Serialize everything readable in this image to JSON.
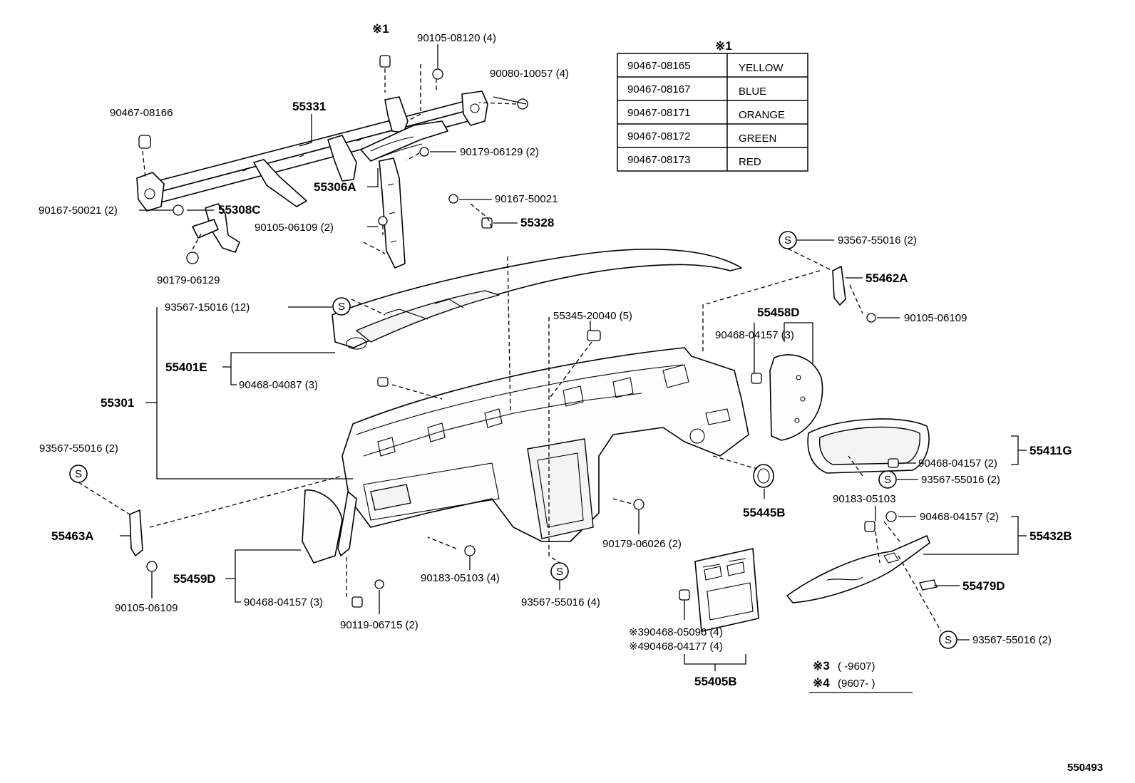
{
  "diagram_id": "550493",
  "legend_table": {
    "marker": "※1",
    "rows": [
      {
        "part": "90467-08165",
        "color": "YELLOW"
      },
      {
        "part": "90467-08167",
        "color": "BLUE"
      },
      {
        "part": "90467-08171",
        "color": "ORANGE"
      },
      {
        "part": "90467-08172",
        "color": "GREEN"
      },
      {
        "part": "90467-08173",
        "color": "RED"
      }
    ]
  },
  "notes": [
    {
      "marker": "※3",
      "range": "(        -9607)"
    },
    {
      "marker": "※4",
      "range": "(9607-        )"
    }
  ],
  "labels": {
    "mark1_top": "※1",
    "p_90105_08120": "90105-08120 (4)",
    "p_90080_10057": "90080-10057 (4)",
    "p_90467_08166": "90467-08166",
    "p_55331": "55331",
    "p_90179_06129_2": "90179-06129 (2)",
    "p_90167_50021_2": "90167-50021 (2)",
    "p_55308C": "55308C",
    "p_55306A": "55306A",
    "p_90105_06109_2": "90105-06109 (2)",
    "p_90179_06129": "90179-06129",
    "p_90167_50021": "90167-50021",
    "p_55328": "55328",
    "p_93567_55016_2_r1": "93567-55016 (2)",
    "p_55462A": "55462A",
    "p_90105_06109_r": "90105-06109",
    "p_93567_15016": "93567-15016 (12)",
    "p_55345_20040": "55345-20040 (5)",
    "p_55458D": "55458D",
    "p_90468_04157_3_r": "90468-04157 (3)",
    "p_55401E": "55401E",
    "p_90468_04087": "90468-04087 (3)",
    "p_55301": "55301",
    "p_93567_55016_2_l": "93567-55016 (2)",
    "p_55411G": "55411G",
    "p_90468_04157_2_a": "90468-04157 (2)",
    "p_93567_55016_2_m": "93567-55016 (2)",
    "p_55445B": "55445B",
    "p_90183_05103": "90183-05103",
    "p_90468_04157_2_b": "90468-04157 (2)",
    "p_55432B": "55432B",
    "p_55463A": "55463A",
    "p_90179_06026": "90179-06026 (2)",
    "p_55459D": "55459D",
    "p_90183_05103_4": "90183-05103 (4)",
    "p_55479D": "55479D",
    "p_90105_06109_l": "90105-06109",
    "p_90468_04157_3_l": "90468-04157 (3)",
    "p_93567_55016_4": "93567-55016 (4)",
    "p_90119_06715": "90119-06715 (2)",
    "p_90468_05096": "※390468-05096 (4)",
    "p_90468_04177": "※490468-04177 (4)",
    "p_93567_55016_2_br": "93567-55016 (2)",
    "p_55405B": "55405B",
    "s_mark": "S"
  }
}
